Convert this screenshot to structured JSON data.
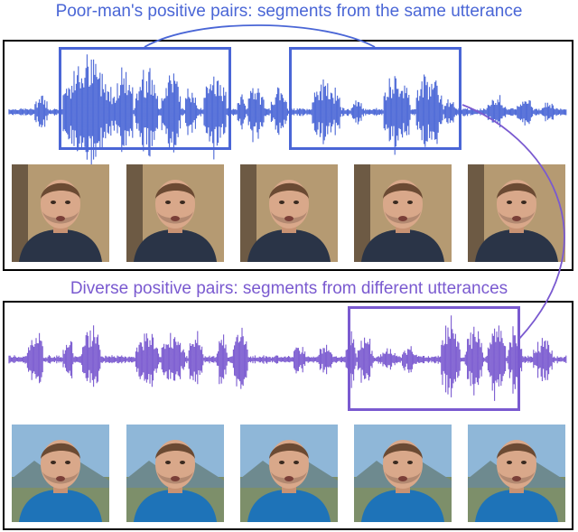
{
  "colors": {
    "top_accent": "#4a66d6",
    "bottom_accent": "#7a5ad0",
    "frame_border": "#000000",
    "bg_indoor": "#b59a72",
    "bg_outdoor": "#8fb7d8",
    "jacket_dark": "#2a3447",
    "jacket_blue": "#1e73b8"
  },
  "top_section": {
    "title": "Poor-man's positive pairs: segments from the same utterance",
    "waveform_icon": "audio-waveform",
    "frames": [
      {
        "icon": "speaker-face-indoor"
      },
      {
        "icon": "speaker-face-indoor"
      },
      {
        "icon": "speaker-face-indoor"
      },
      {
        "icon": "speaker-face-indoor"
      },
      {
        "icon": "speaker-face-indoor"
      }
    ]
  },
  "bottom_section": {
    "title": "Diverse positive pairs: segments from different utterances",
    "waveform_icon": "audio-waveform",
    "frames": [
      {
        "icon": "speaker-face-outdoor"
      },
      {
        "icon": "speaker-face-outdoor"
      },
      {
        "icon": "speaker-face-outdoor"
      },
      {
        "icon": "speaker-face-outdoor"
      },
      {
        "icon": "speaker-face-outdoor"
      }
    ]
  }
}
